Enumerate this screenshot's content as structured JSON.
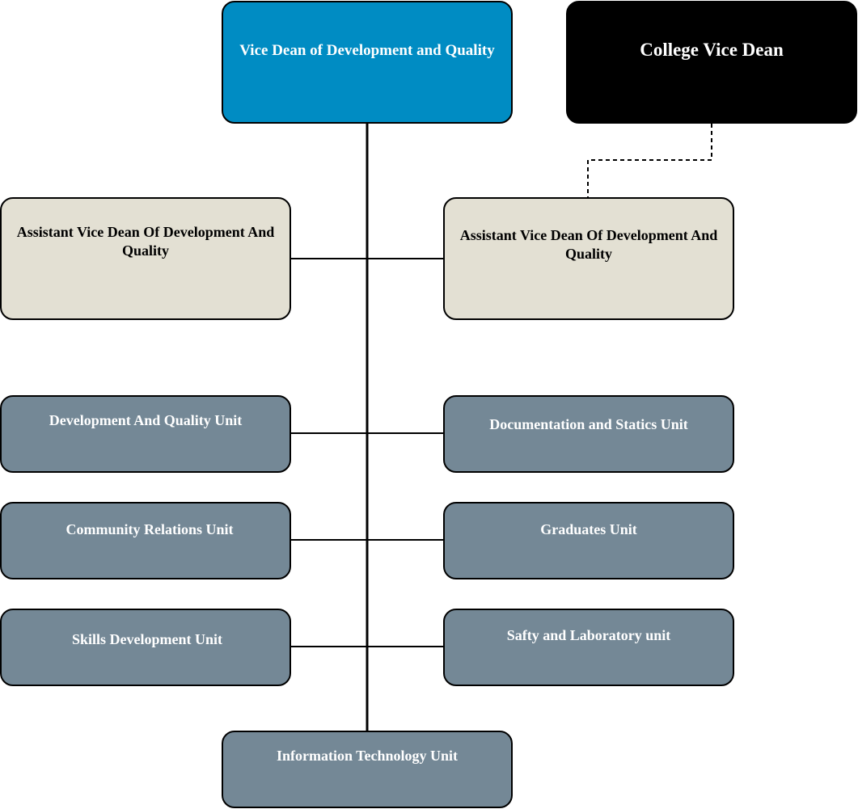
{
  "vice_dean": {
    "title": "Vice Dean of Development and Quality"
  },
  "college_vice_dean": {
    "title": "College Vice Dean"
  },
  "assistants": [
    {
      "title": "Assistant Vice Dean Of Development And Quality"
    },
    {
      "title": "Assistant Vice Dean Of Development And Quality"
    }
  ],
  "units_left": [
    {
      "title": "Development And Quality Unit"
    },
    {
      "title": "Community Relations Unit"
    },
    {
      "title": "Skills Development Unit"
    }
  ],
  "units_right": [
    {
      "title": "Documentation and Statics Unit"
    },
    {
      "title": "Graduates Unit"
    },
    {
      "title": "Safty and Laboratory unit"
    }
  ],
  "unit_bottom": {
    "title": "Information Technology Unit"
  },
  "colors": {
    "vice_dean_fill": "#008cc3",
    "college_vice_dean_fill": "#000000",
    "assistant_fill": "#e3e0d3",
    "unit_fill": "#748896",
    "line": "#000000"
  }
}
